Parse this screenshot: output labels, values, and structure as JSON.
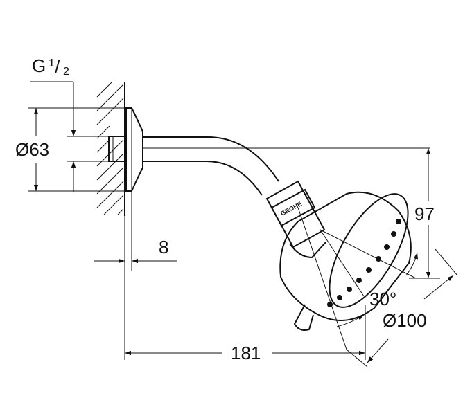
{
  "drawing": {
    "thread_label": {
      "main": "G",
      "numerator": "1",
      "slash": "/",
      "denominator": "2"
    },
    "dimensions": {
      "flange_diameter": "Ø63",
      "wall_offset": "8",
      "total_reach": "181",
      "drop_height": "97",
      "tilt_angle": "30°",
      "head_diameter": "Ø100"
    },
    "brand_logo": "GROHE"
  }
}
